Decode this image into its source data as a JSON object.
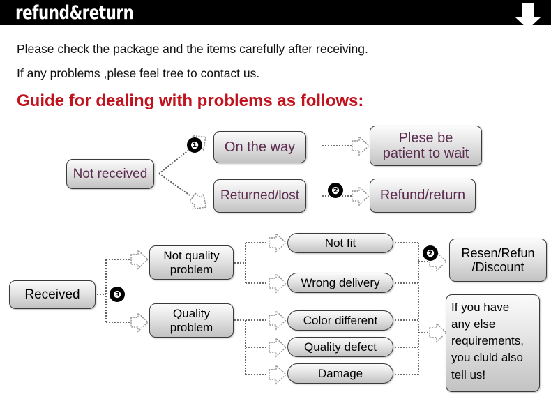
{
  "header": {
    "title": "refund&return",
    "arrow_icon": "down-arrow-icon",
    "bar_color": "#000000",
    "text_color": "#ffffff"
  },
  "intro": {
    "line1": "Please check the package and the items carefully after receiving.",
    "line2": "If any problems ,plese feel tree to contact us.",
    "guide_heading": "Guide for dealing with problems as follows:",
    "guide_color": "#c1121d"
  },
  "flow_top": {
    "source": "Not received",
    "markers": [
      "❶",
      "❷"
    ],
    "branches": [
      {
        "state": "On the way",
        "result": "Plese be\npatient to wait",
        "result_line1": "Plese be",
        "result_line2": "patient to wait"
      },
      {
        "state": "Returned/lost",
        "result": "Refund/return"
      }
    ],
    "box_text_color": "#5b2b4f"
  },
  "flow_bottom": {
    "source": "Received",
    "marker": "❸",
    "marker_right": "❷",
    "categories": [
      {
        "label_line1": "Not quality",
        "label_line2": "problem",
        "reasons": [
          "Not fit",
          "Wrong delivery"
        ]
      },
      {
        "label_line1": "Quality",
        "label_line2": "problem",
        "reasons": [
          "Color different",
          "Quality defect",
          "Damage"
        ]
      }
    ],
    "reasons_flat": [
      "Not fit",
      "Wrong delivery",
      "Color different",
      "Quality defect",
      "Damage"
    ],
    "outcomes": [
      {
        "line1": "Resen/Refun",
        "line2": "/Discount"
      },
      {
        "lines": "If you have\nany else\nrequirements,\nyou cluld also\ntell us!",
        "l1": "If you have",
        "l2": "any else",
        "l3": "requirements,",
        "l4": "you cluld also",
        "l5": "tell us!"
      }
    ],
    "box_text_color": "#000000"
  }
}
